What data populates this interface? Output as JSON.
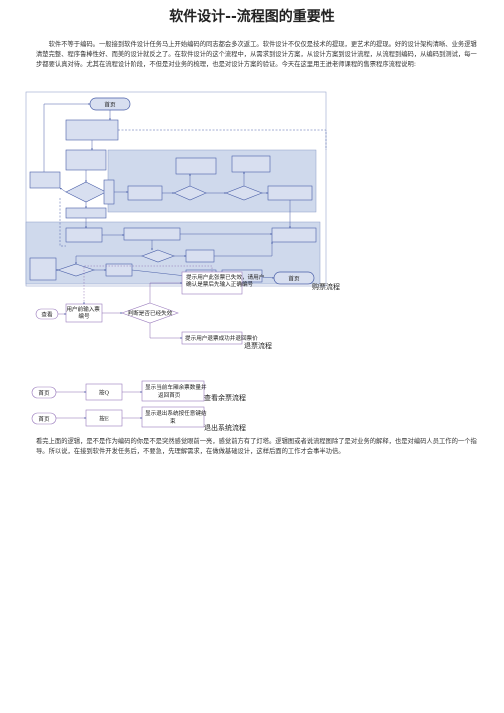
{
  "document": {
    "title": "软件设计--流程图的重要性",
    "intro": "软件不等于编码。一般接到软件设计任务马上开始编码的同志都会多次返工。软件设计不仅仅是技术的提现，更艺术的提现。好的设计架构清晰、业务逻辑清楚完整、程序鲁棒性好、而美的设计就反之了。在软件设计的这个流程中，从需求到设计方案，从设计方案到设计流程，从流程到编码，从编码到测试，每一步都要认真对待。尤其在流程设计阶段，不但是对业务的梳理，也是对设计方案的验证。今天在这里用王进老师课程的售票程序流程说明:",
    "closing": "看完上面的逻辑，是不是作为编码的你是不是突然感觉眼前一亮，感觉前方有了灯塔。逻辑图或者说流程图除了是对业务的解释，也是对编码人员工作的一个指导。所以说，在接到软件开发任务后，不要急，先理解需求，在做做基础设计，这样后面的工作才会事半功倍。"
  },
  "flowcharts": {
    "main": {
      "start_label": "首页",
      "end_label": "首页",
      "caption": "购票流程"
    },
    "refund": {
      "start_label": "查看",
      "input_label": "用户前输入票编号",
      "decision_label": "判断是否已经失效",
      "yes_result": "提示用户此张票已失效，请用户确认是票后先输入正确编号",
      "no_result": "提示用户退票成功并退回票价",
      "caption": "退票流程"
    },
    "remaining": {
      "start_label": "首页",
      "key_label": "按Q",
      "result_label": "显示当前车厢余票数量并返回首页",
      "caption": "查看余票流程"
    },
    "exit": {
      "start_label": "首页",
      "key_label": "按E",
      "result_label": "显示退出系统按任意键结束",
      "caption": "退出系统流程"
    }
  },
  "colors": {
    "box_border": "#4a5fa8",
    "box_fill": "#d8dff0",
    "panel_fill": "#cfd9ec",
    "line": "#4a5fa8"
  }
}
